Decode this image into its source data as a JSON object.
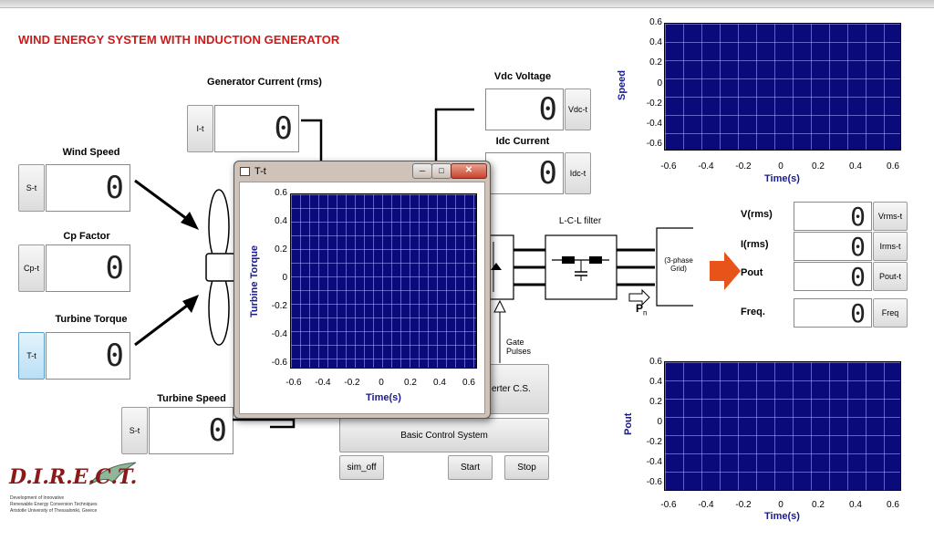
{
  "app_title": "WIND ENERGY SYSTEM WITH INDUCTION GENERATOR",
  "labels": {
    "wind_speed": "Wind Speed",
    "cp_factor": "Cp Factor",
    "turbine_torque": "Turbine Torque",
    "turbine_speed": "Turbine Speed",
    "generator_current": "Generator Current (rms)",
    "vdc_voltage": "Vdc Voltage",
    "idc_current": "Idc Current",
    "lcl_filter": "L-C-L filter",
    "grid": "(3-phase Grid)",
    "gate_pulses": "Gate Pulses",
    "pn": "P",
    "pn_sub": "n",
    "v_rms": "V(rms)",
    "i_rms": "I(rms)",
    "pout": "Pout",
    "freq": "Freq."
  },
  "buttons": {
    "wind_speed": "S-t",
    "cp_factor": "Cp-t",
    "turbine_torque": "T-t",
    "turbine_speed": "S-t",
    "generator_current": "I-t",
    "vdc": "Vdc-t",
    "idc": "Idc-t",
    "vrms": "Vrms-t",
    "irms": "Irms-t",
    "pout": "Pout-t",
    "freq": "Freq",
    "inverter_cs": "erter C.S.",
    "basic_control": "Basic Control System",
    "sim_off": "sim_off",
    "start": "Start",
    "stop": "Stop"
  },
  "readouts": {
    "wind_speed": "0",
    "cp_factor": "0",
    "turbine_torque": "0",
    "turbine_speed": "0",
    "generator_current": "0",
    "vdc": "0",
    "idc": "0",
    "vrms": "0",
    "irms": "0",
    "pout": "0",
    "freq": "0"
  },
  "popup": {
    "title": "T-t",
    "ylabel": "Turbine Torque",
    "xlabel": "Time(s)"
  },
  "plots": {
    "speed": {
      "ylabel": "Speed",
      "xlabel": "Time(s)"
    },
    "pout": {
      "ylabel": "Pout",
      "xlabel": "Time(s)"
    }
  },
  "ticks": {
    "x": [
      "-0.6",
      "-0.4",
      "-0.2",
      "0",
      "0.2",
      "0.4",
      "0.6"
    ],
    "y": [
      "0.6",
      "0.4",
      "0.2",
      "0",
      "-0.2",
      "-0.4",
      "-0.6"
    ]
  },
  "logo": {
    "text": "D.I.R.E.C.T.",
    "line1": "Development of Innovative",
    "line2": "Renewable Energy Conversion Techniques",
    "line3": "Aristotle University of Thessaloniki, Greece"
  },
  "colors": {
    "plot_bg": "#0a0a7a",
    "title_red": "#d01818",
    "arrow_orange": "#e8531a"
  }
}
